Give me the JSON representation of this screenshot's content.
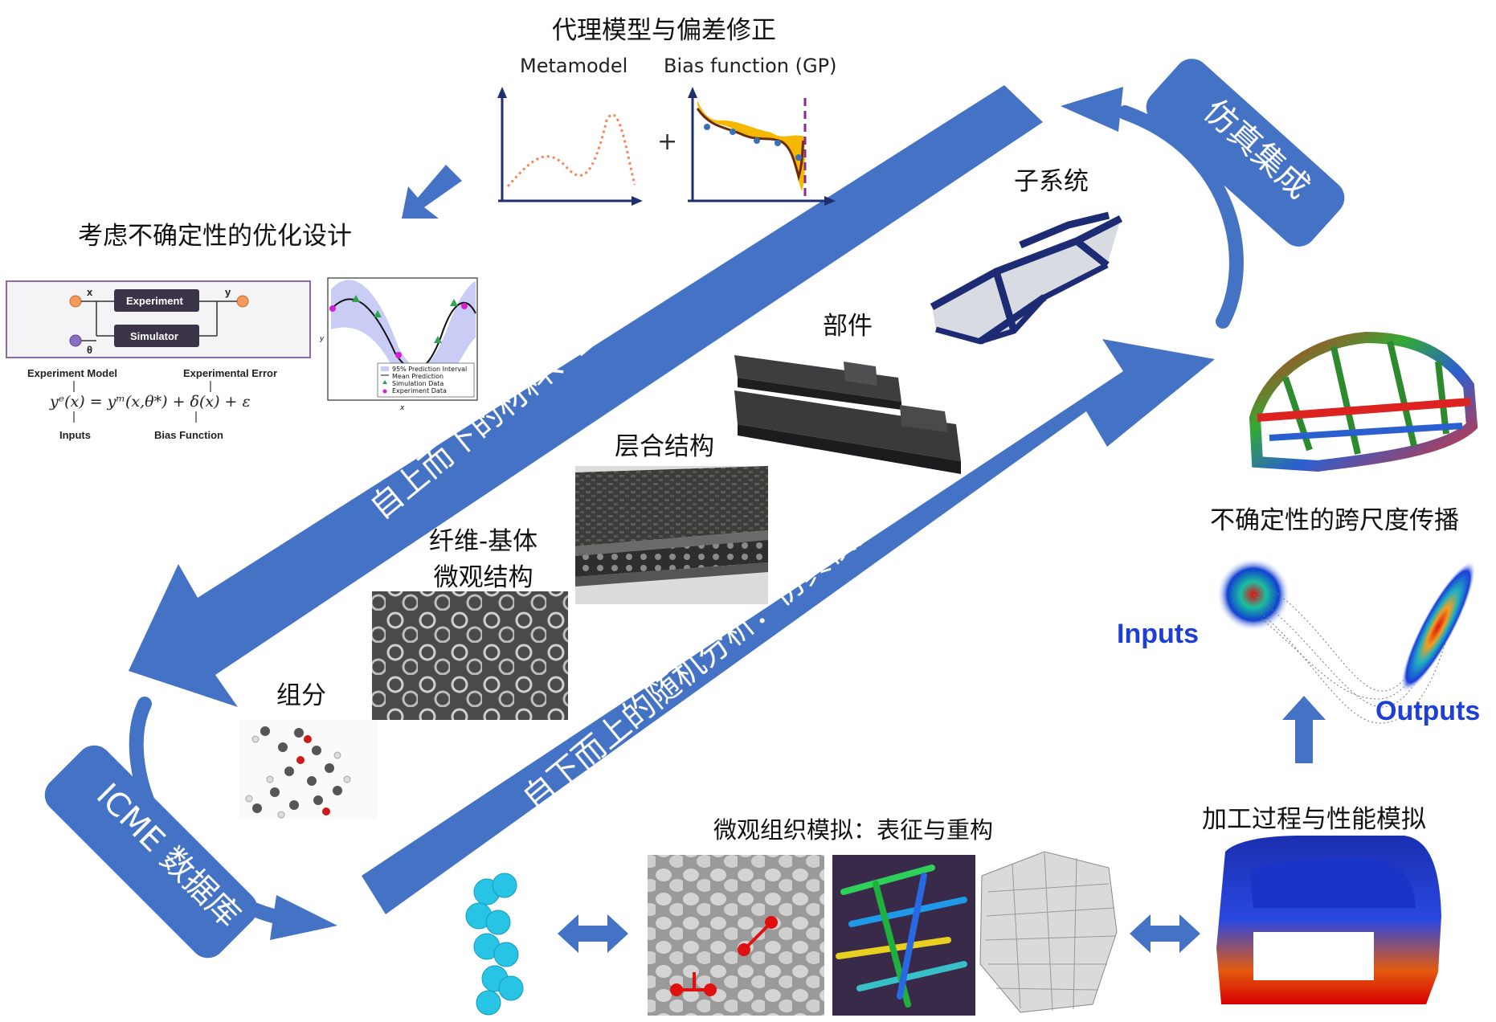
{
  "top": {
    "title": "代理模型与偏差修正",
    "metamodel_label": "Metamodel",
    "bias_label": "Bias function (GP)",
    "plus": "+"
  },
  "opt": {
    "title": "考虑不确定性的优化设计",
    "flow": {
      "x": "x",
      "y": "y",
      "theta": "θ",
      "experiment": "Experiment",
      "simulator": "Simulator",
      "experiment_model": "Experiment  Model",
      "experimental_error": "Experimental Error",
      "inputs": "Inputs",
      "bias_function": "Bias Function"
    },
    "legend": [
      "95% Prediction Interval",
      "Mean Prediction",
      "Simulation Data",
      "Experiment Data"
    ],
    "axis_y": "y",
    "axis_x": "x"
  },
  "banners": {
    "top_down": "自上而下的材料、工艺与结构设计与优化",
    "bottom_up": "自下而上的随机分析：仿真模拟与试验验证",
    "sim_integration": "仿真集成",
    "icme": "ICME 数据库"
  },
  "scales": {
    "subsystem": "子系统",
    "component": "部件",
    "laminate": "层合结构",
    "fiber_matrix_1": "纤维-基体",
    "fiber_matrix_2": "微观结构",
    "constituent": "组分"
  },
  "right": {
    "uq_title": "不确定性的跨尺度传播",
    "inputs": "Inputs",
    "outputs": "Outputs",
    "process_title": "加工过程与性能模拟"
  },
  "bottom": {
    "micro_title": "微观组织模拟：表征与重构"
  },
  "colors": {
    "banner_blue": "#4472c4",
    "label_blue": "#1e3fd6",
    "curve_orange": "#f08a5d",
    "bias_fill": "#f5b800"
  }
}
